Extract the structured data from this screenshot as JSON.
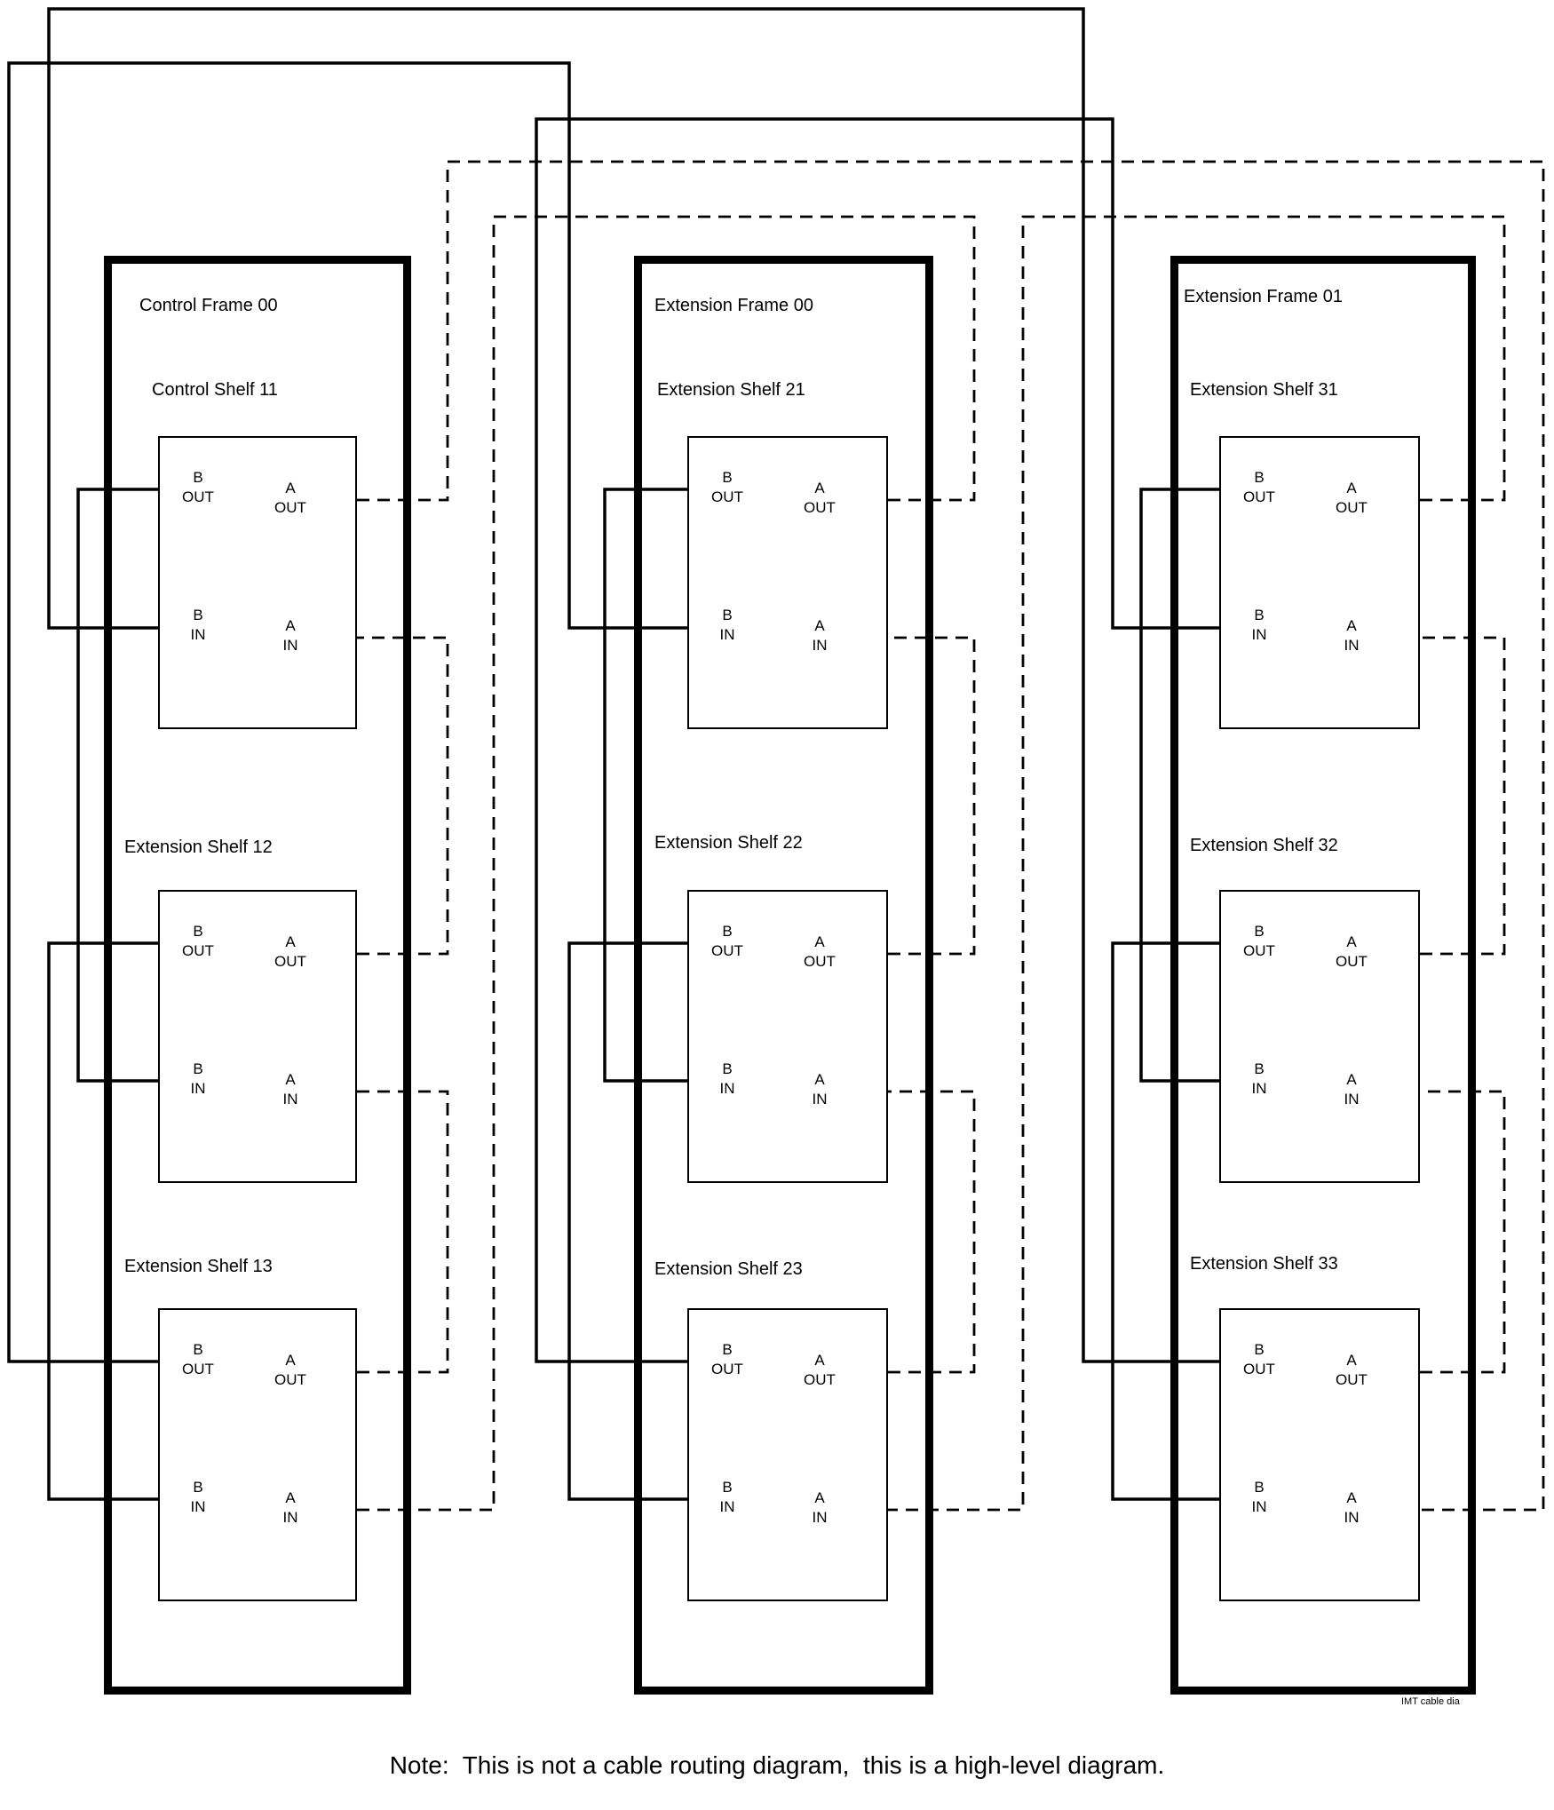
{
  "diagram": {
    "watermark": "IMT cable dia",
    "note": "Note:  This is not a cable routing diagram,  this is a high-level diagram."
  },
  "port_labels": {
    "b": "B",
    "a": "A",
    "out": "OUT",
    "in": "IN"
  },
  "frames": [
    {
      "title": "Control Frame 00",
      "shelves": [
        {
          "title": "Control Shelf 11"
        },
        {
          "title": "Extension Shelf 12"
        },
        {
          "title": "Extension Shelf 13"
        }
      ]
    },
    {
      "title": "Extension Frame 00",
      "shelves": [
        {
          "title": "Extension Shelf 21"
        },
        {
          "title": "Extension Shelf 22"
        },
        {
          "title": "Extension Shelf 23"
        }
      ]
    },
    {
      "title": "Extension Frame 01",
      "shelves": [
        {
          "title": "Extension Shelf 31"
        },
        {
          "title": "Extension Shelf 32"
        },
        {
          "title": "Extension Shelf 33"
        }
      ]
    }
  ]
}
